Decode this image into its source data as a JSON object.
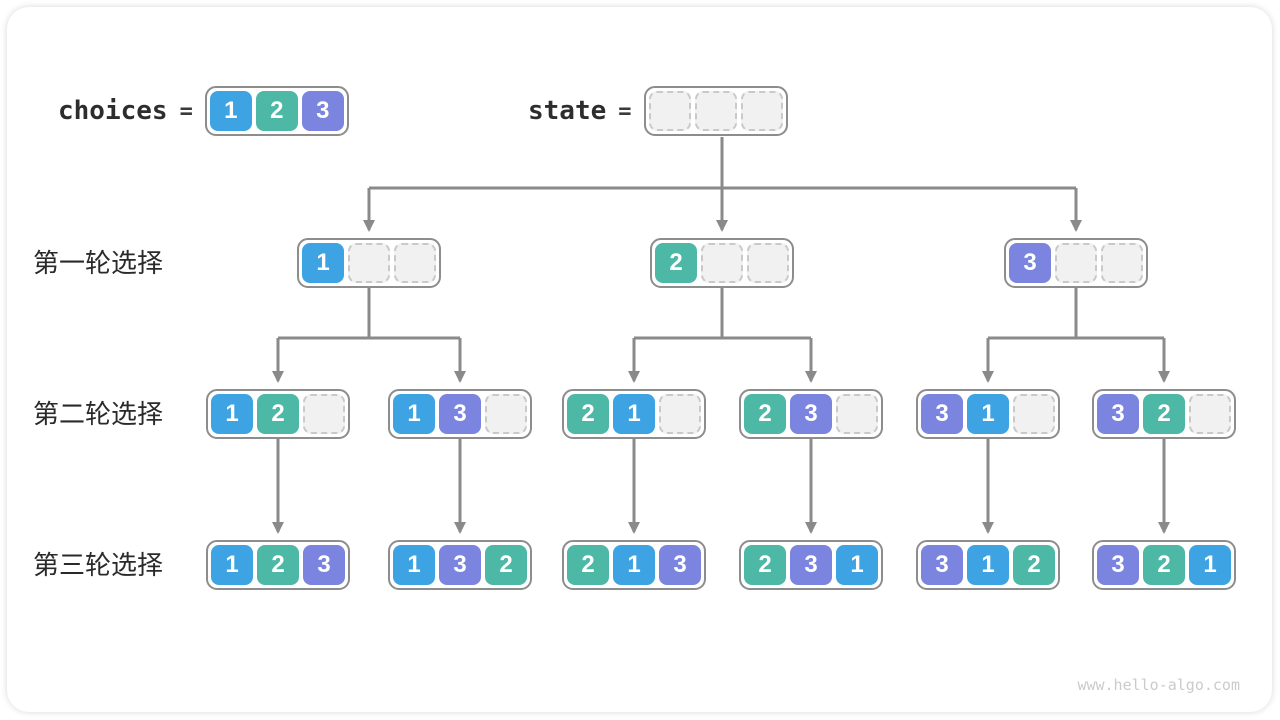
{
  "header": {
    "choices_label": "choices",
    "equals_sign": "=",
    "choices": [
      1,
      2,
      3
    ],
    "state_label": "state",
    "state": [
      null,
      null,
      null
    ]
  },
  "value_colors": {
    "1": "#3da3e2",
    "2": "#4cb8a5",
    "3": "#7b84de"
  },
  "line_color": "#8a8a8a",
  "rows": [
    {
      "label": "第一轮选择",
      "nodes": [
        [
          1,
          null,
          null
        ],
        [
          2,
          null,
          null
        ],
        [
          3,
          null,
          null
        ]
      ]
    },
    {
      "label": "第二轮选择",
      "nodes": [
        [
          1,
          2,
          null
        ],
        [
          1,
          3,
          null
        ],
        [
          2,
          1,
          null
        ],
        [
          2,
          3,
          null
        ],
        [
          3,
          1,
          null
        ],
        [
          3,
          2,
          null
        ]
      ]
    },
    {
      "label": "第三轮选择",
      "nodes": [
        [
          1,
          2,
          3
        ],
        [
          1,
          3,
          2
        ],
        [
          2,
          1,
          3
        ],
        [
          2,
          3,
          1
        ],
        [
          3,
          1,
          2
        ],
        [
          3,
          2,
          1
        ]
      ]
    }
  ],
  "watermark": "www.hello-algo.com"
}
